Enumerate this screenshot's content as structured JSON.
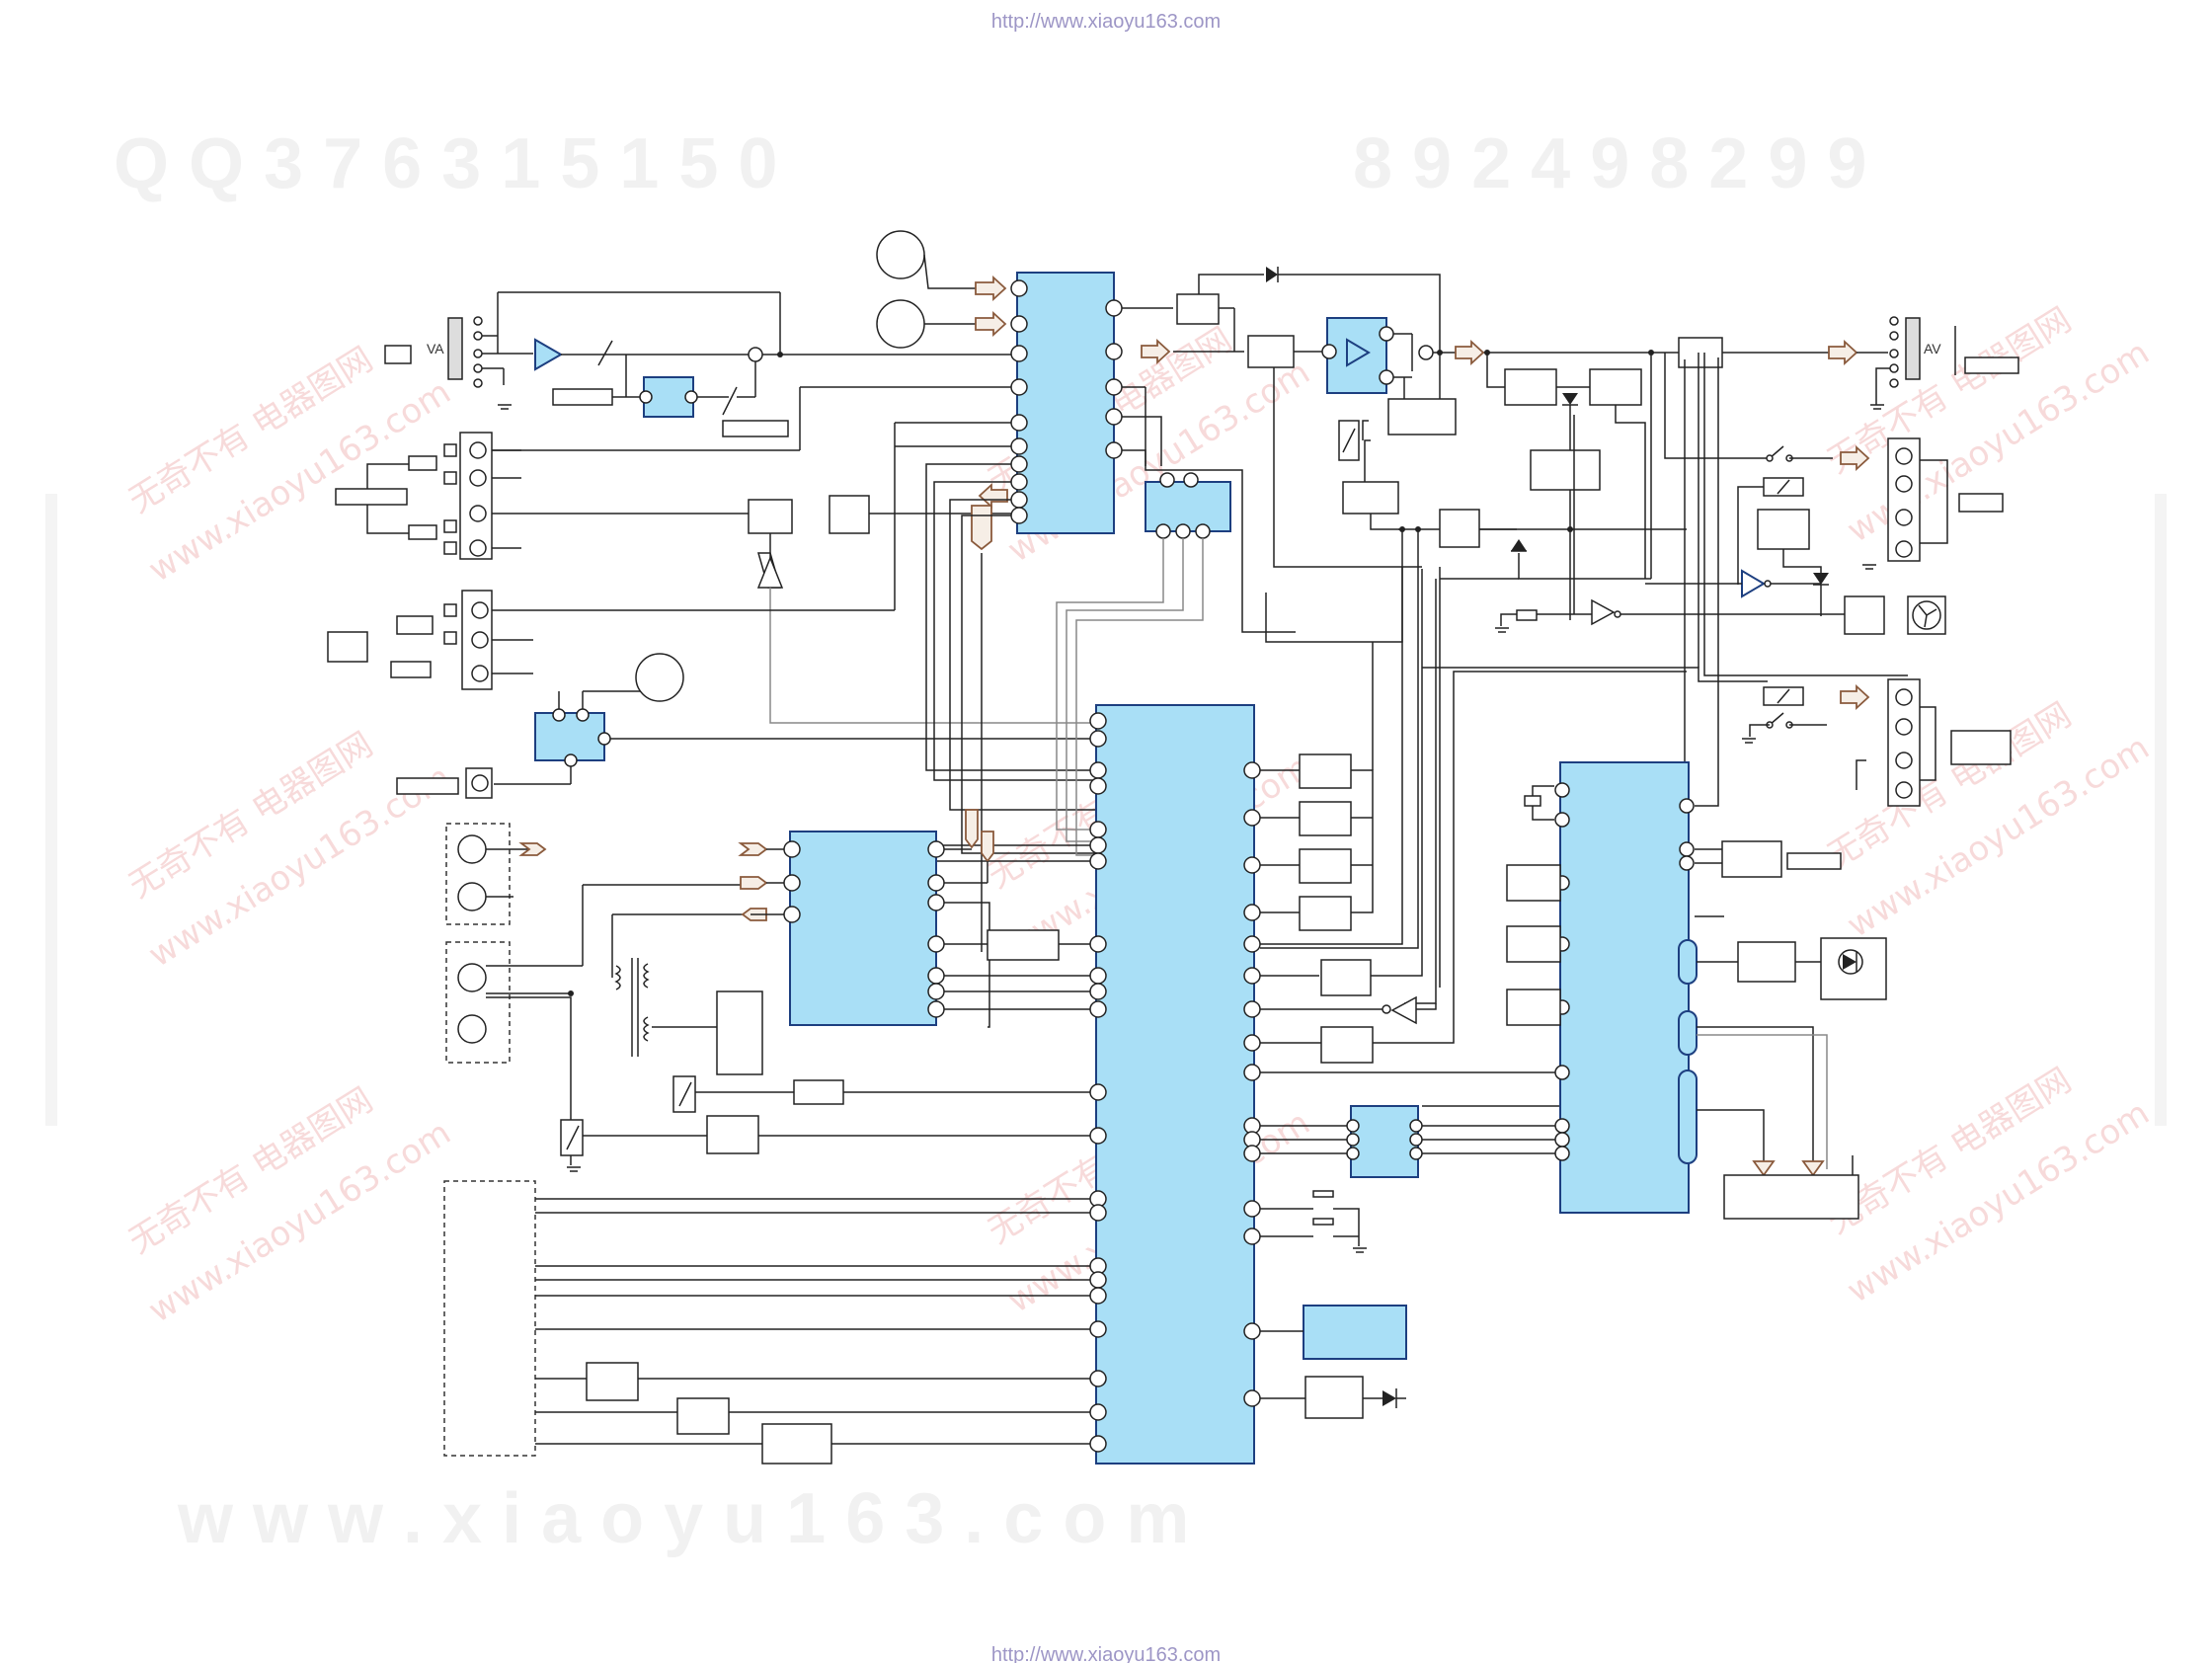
{
  "watermarks": {
    "url_top": "http://www.xiaoyu163.com",
    "url_bottom": "http://www.xiaoyu163.com",
    "qq_left": "Q Q   3 7 6 3 1 5 1 5 0",
    "qq_right": "8 9 2 4 9 8 2 9 9",
    "bottom_site": "w w w . x i a o y u 1 6 3 . c o m",
    "diag_cn": "无奇不有  电器图网",
    "diag_site": "www.xiaoyu163.com"
  },
  "labels": {
    "va_left": "VA",
    "av_right": "AV"
  },
  "colors": {
    "ic_fill": "#a9dff6",
    "ic_border": "#1d3f80",
    "signal_arrow": "#8a5a3c",
    "watermark_url": "#9d96c6"
  }
}
